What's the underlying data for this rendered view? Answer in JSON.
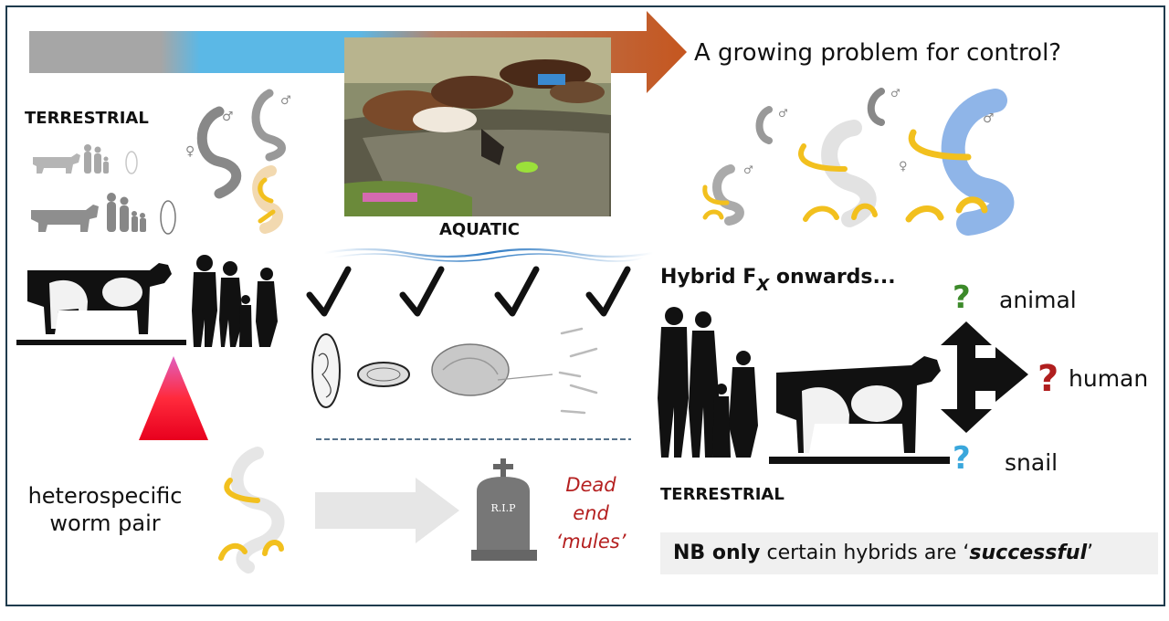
{
  "title_question": "A growing problem for control?",
  "labels": {
    "terrestrial_top": "TERRESTRIAL",
    "aquatic": "AQUATIC",
    "terrestrial_bottom": "TERRESTRIAL",
    "hybrid_prefix": "Hybrid F",
    "hybrid_sub": "X",
    "hybrid_suffix": " onwards...",
    "heterospecific_line1": "heterospecific",
    "heterospecific_line2": "worm pair",
    "dead_line1": "Dead",
    "dead_line2": "end",
    "dead_line3": "‘mules’",
    "rip": "R.I.P"
  },
  "hosts": {
    "animal": "animal",
    "human": "human",
    "snail": "snail",
    "question_mark": "?"
  },
  "note": {
    "nb": "NB only",
    "middle": " certain hybrids are ‘",
    "emph": "successful",
    "end": "’"
  },
  "colors": {
    "arrow_grey": "#a6a6a6",
    "arrow_blue": "#5bb8e6",
    "arrow_orange": "#c5561f",
    "worm_blue": "#8fb5e8",
    "worm_yellow": "#f2c01e",
    "q_green": "#3c8a2a",
    "q_red": "#b01e1e",
    "q_blue": "#3aa7dc",
    "dead_red": "#b52020",
    "tombstone": "#777777"
  },
  "icons": [
    "male-symbol-icon",
    "female-symbol-icon",
    "checkmark-icon",
    "tombstone-icon",
    "cow-icon",
    "family-icon",
    "egg-icon",
    "snail-icon",
    "cercaria-icon",
    "worm-icon"
  ]
}
